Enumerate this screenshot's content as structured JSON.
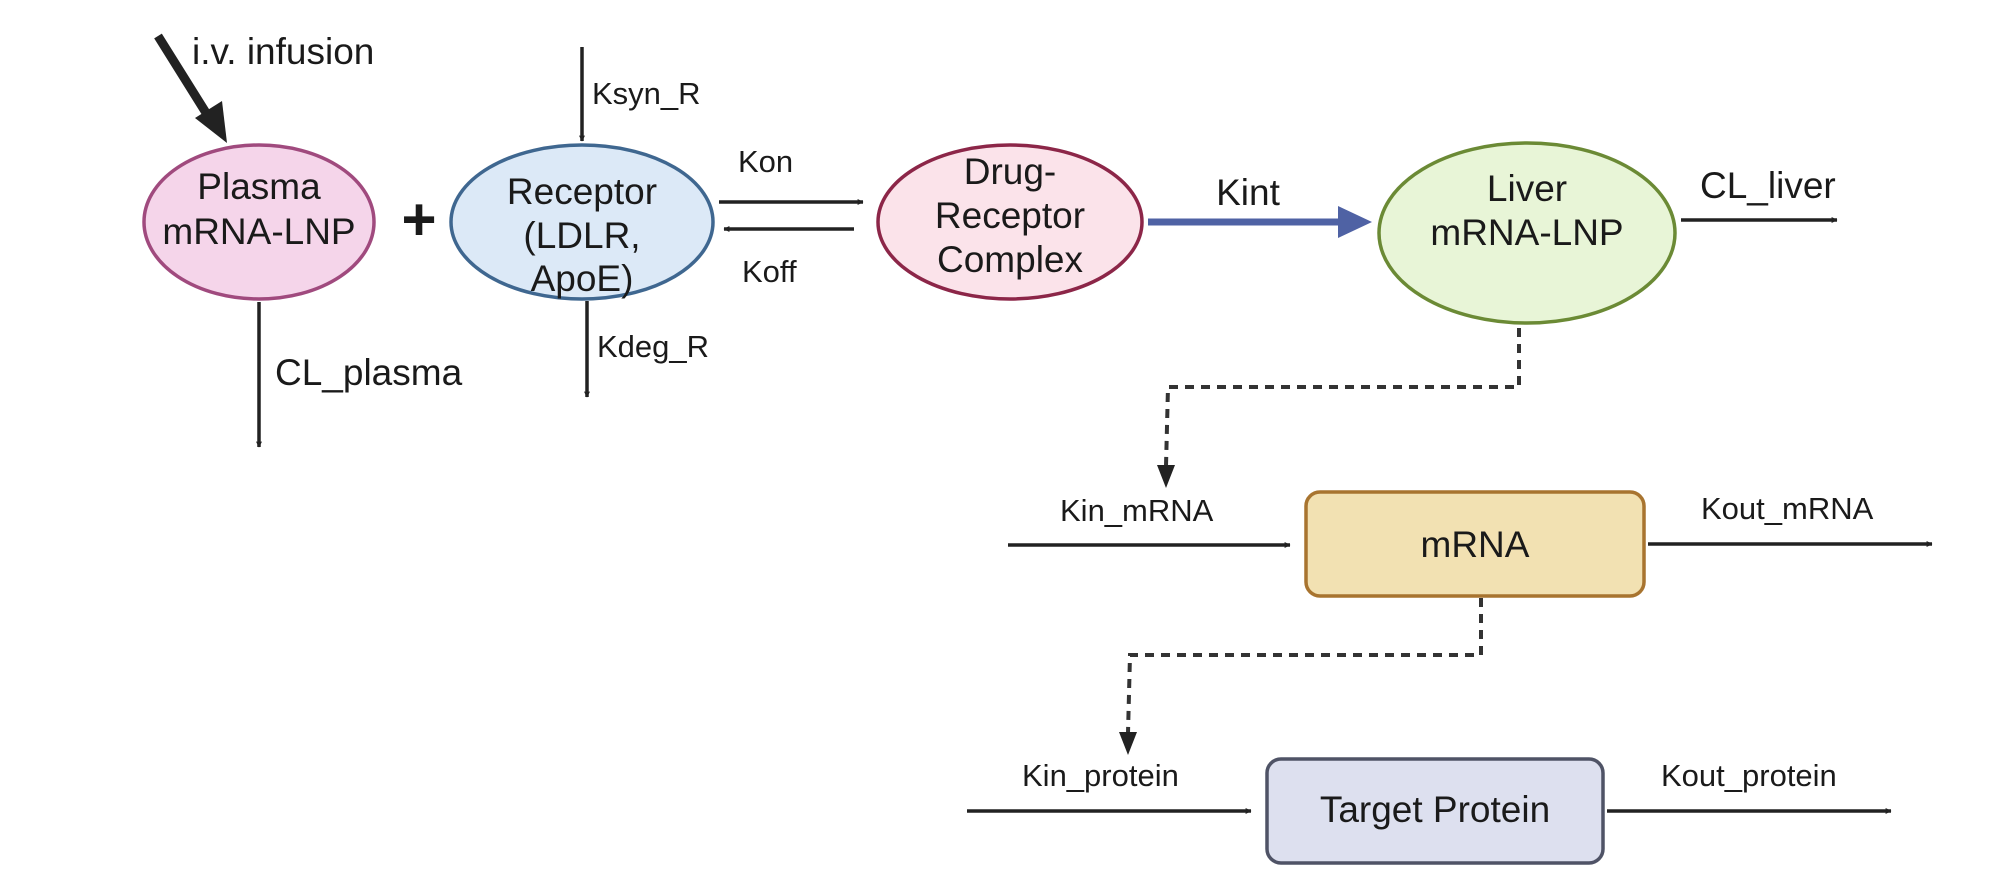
{
  "nodes": {
    "plasma": {
      "lines": [
        "Plasma",
        "mRNA-LNP"
      ],
      "fill": "#f5d5ea",
      "stroke": "#a04a7e"
    },
    "receptor": {
      "lines": [
        "Receptor",
        "(LDLR,",
        "ApoE)"
      ],
      "fill": "#dce9f7",
      "stroke": "#3f6790"
    },
    "complex": {
      "lines": [
        "Drug-",
        "Receptor",
        "Complex"
      ],
      "fill": "#fbe3ea",
      "stroke": "#8c2648"
    },
    "liver": {
      "lines": [
        "Liver",
        "mRNA-LNP"
      ],
      "fill": "#e8f5d7",
      "stroke": "#6b8a35"
    },
    "mrna": {
      "label": "mRNA",
      "fill": "#f2e1b2",
      "stroke": "#a8742f"
    },
    "protein": {
      "label": "Target Protein",
      "fill": "#dde0ef",
      "stroke": "#4f5366"
    }
  },
  "rates": {
    "iv_infusion": "i.v. infusion",
    "cl_plasma": "CL_plasma",
    "ksyn_r": "Ksyn_R",
    "kdeg_r": "Kdeg_R",
    "kon": "Kon",
    "koff": "Koff",
    "kint": "Kint",
    "cl_liver": "CL_liver",
    "kin_mrna": "Kin_mRNA",
    "kout_mrna": "Kout_mRNA",
    "kin_protein": "Kin_protein",
    "kout_protein": "Kout_protein"
  },
  "symbols": {
    "plus": "+"
  },
  "colors": {
    "kint_arrow": "#4f62a4",
    "arrow": "#222222"
  }
}
